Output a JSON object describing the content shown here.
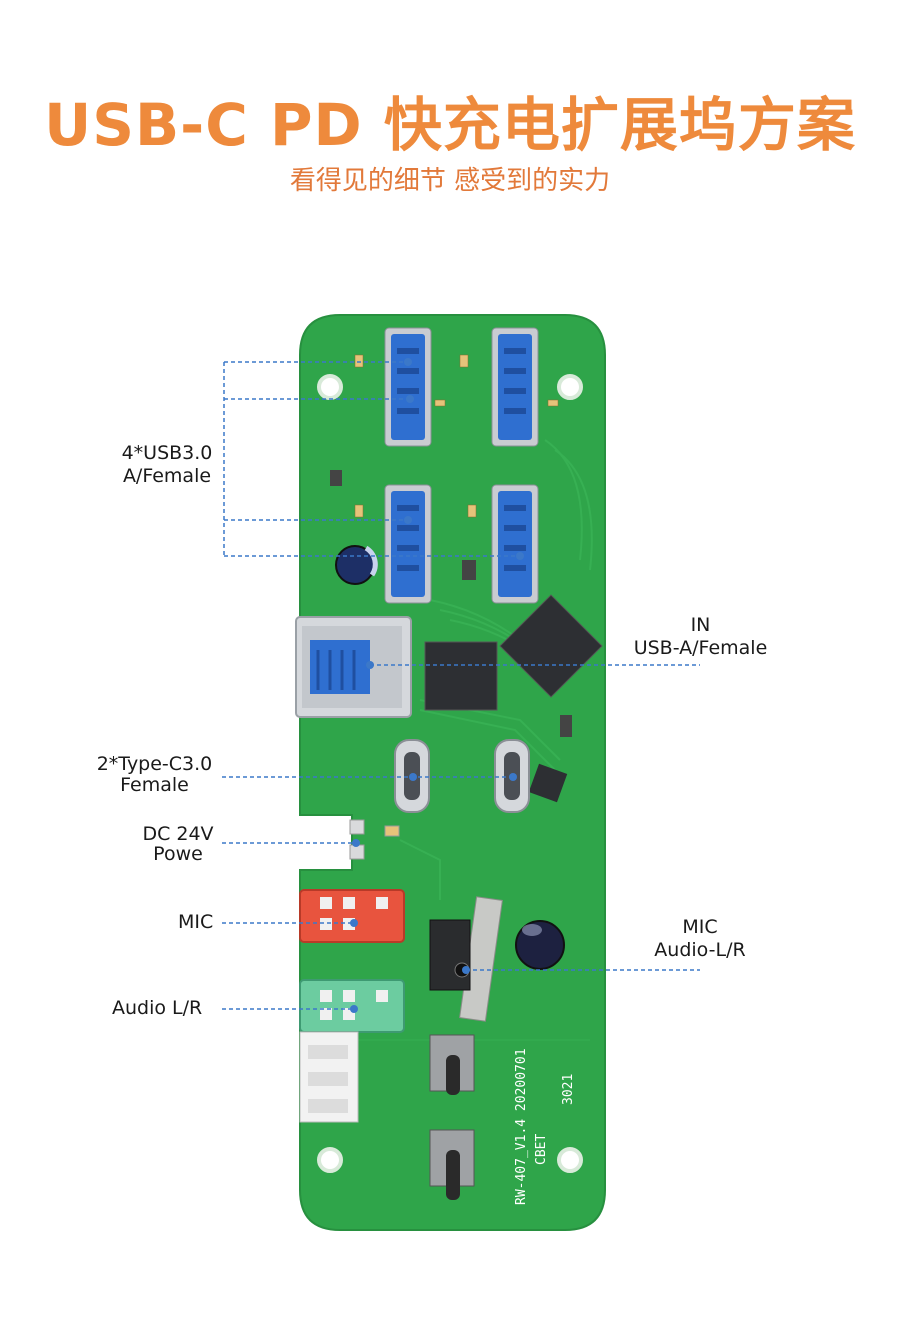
{
  "header": {
    "title": "USB-C PD 快充电扩展坞方案",
    "subtitle": "看得见的细节 感受到的实力"
  },
  "callouts": {
    "usb30": [
      "4*USB3.0",
      "A/Female"
    ],
    "in_port": [
      "IN",
      "USB-A/Female"
    ],
    "typec": [
      "2*Type-C3.0",
      "Female"
    ],
    "dc": [
      "DC 24V",
      "Powe"
    ],
    "mic": "MIC",
    "mic_audio": [
      "MIC",
      "Audio-L/R"
    ],
    "audio": "Audio L/R"
  },
  "board_silkscreen": {
    "version": "RW-407_V1.4 20200701",
    "brand": "CBET",
    "code": "3021"
  },
  "colors": {
    "accent": "#ee8a3c",
    "pcb": "#2fa54a",
    "usb_blue": "#2f6fd0",
    "leader": "#3b78c9"
  }
}
